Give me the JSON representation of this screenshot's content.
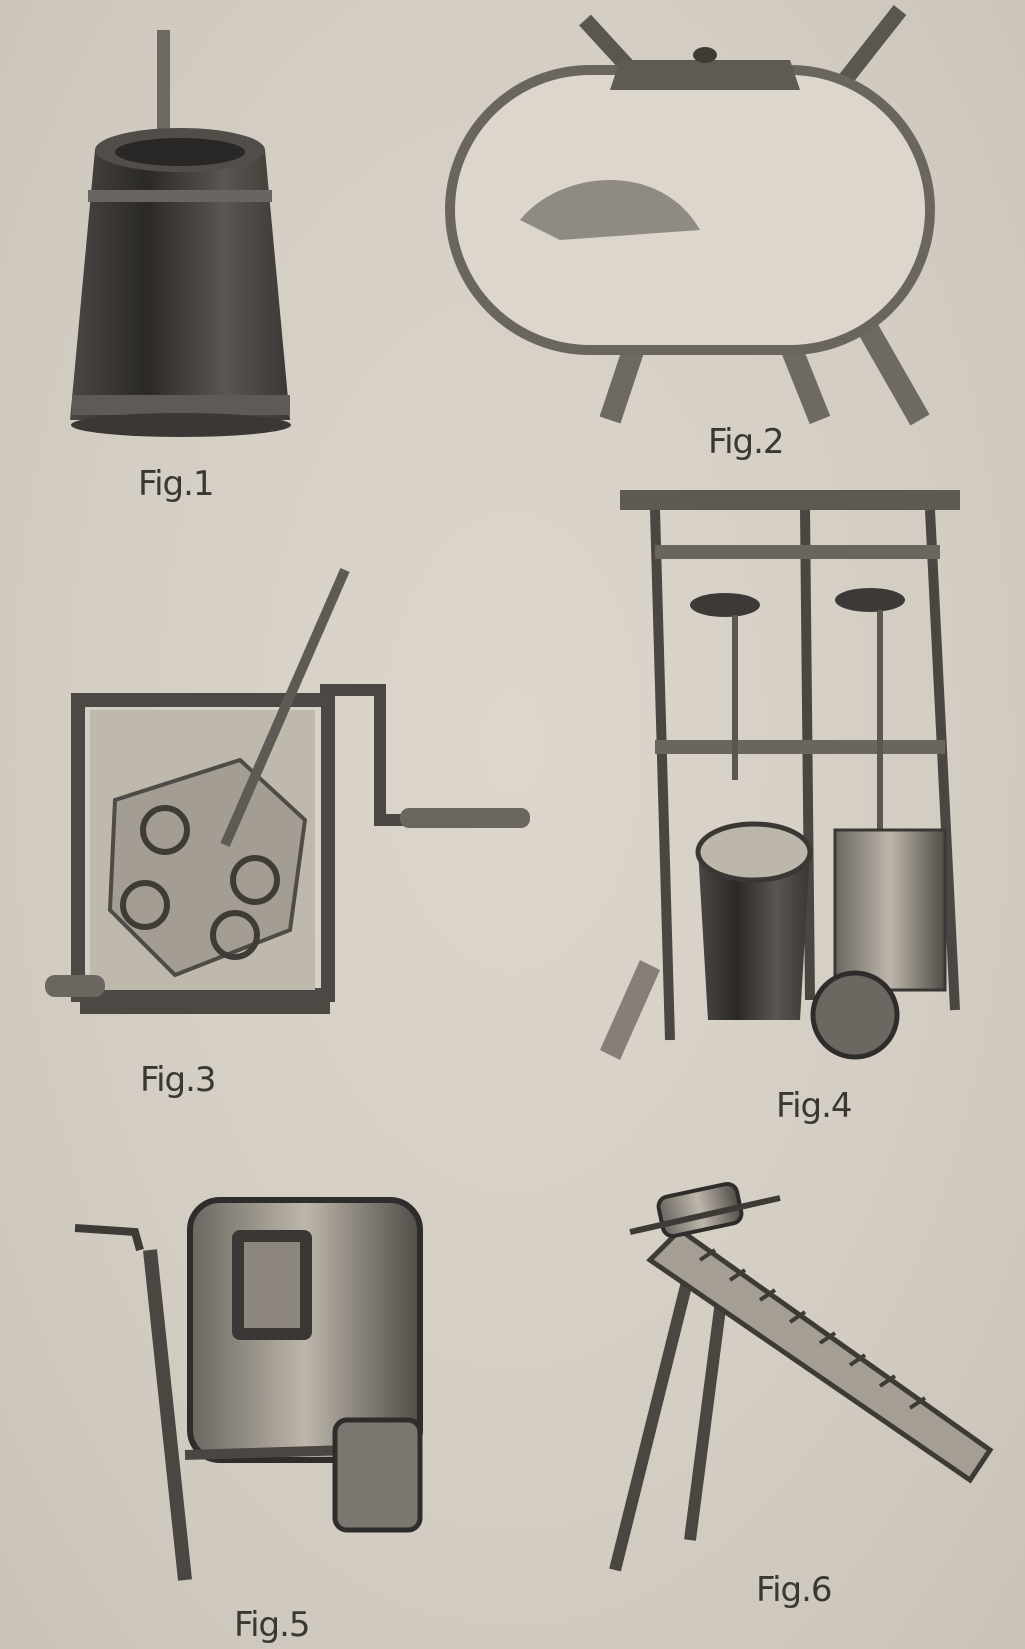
{
  "figures": [
    {
      "label": "Fig.1"
    },
    {
      "label": "Fig.2"
    },
    {
      "label": "Fig.3"
    },
    {
      "label": "Fig.4"
    },
    {
      "label": "Fig.5"
    },
    {
      "label": "Fig.6"
    }
  ]
}
